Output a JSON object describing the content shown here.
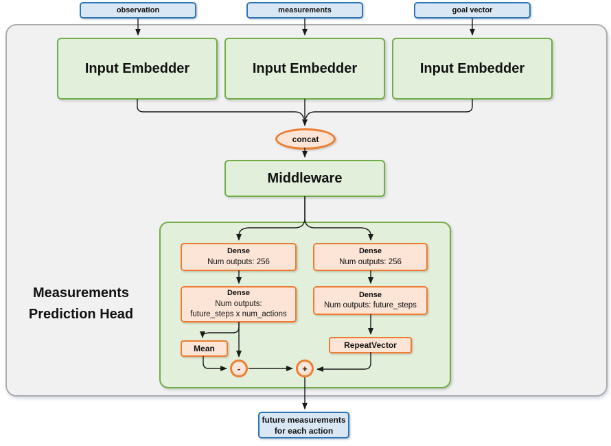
{
  "inputs": [
    {
      "label": "observation"
    },
    {
      "label": "measurements"
    },
    {
      "label": "goal vector"
    }
  ],
  "embedders": [
    {
      "label": "Input Embedder"
    },
    {
      "label": "Input Embedder"
    },
    {
      "label": "Input Embedder"
    }
  ],
  "concat": {
    "label": "concat"
  },
  "middleware": {
    "label": "Middleware"
  },
  "prediction_head": {
    "title_line1": "Measurements",
    "title_line2": "Prediction Head",
    "dense_left_1": {
      "title": "Dense",
      "subtitle": "Num outputs: 256"
    },
    "dense_left_2": {
      "title": "Dense",
      "subtitle_line1": "Num outputs:",
      "subtitle_line2": "future_steps x num_actions"
    },
    "mean": {
      "label": "Mean"
    },
    "minus": {
      "label": "-"
    },
    "dense_right_1": {
      "title": "Dense",
      "subtitle": "Num outputs: 256"
    },
    "dense_right_2": {
      "title": "Dense",
      "subtitle": "Num outputs: future_steps"
    },
    "repeat_vector": {
      "label": "RepeatVector"
    },
    "plus": {
      "label": "+"
    }
  },
  "output": {
    "line1": "future measurements",
    "line2": "for each action"
  },
  "colors": {
    "green_border": "#70ad47",
    "green_fill": "#e2efda",
    "orange_border": "#ed7d31",
    "orange_fill": "#fce4d6",
    "blue_border": "#2e75b6",
    "blue_fill": "#d9e7f5",
    "container_fill": "#f1f1f2",
    "container_border": "#ababaf",
    "connector": "#1a1a1a"
  }
}
